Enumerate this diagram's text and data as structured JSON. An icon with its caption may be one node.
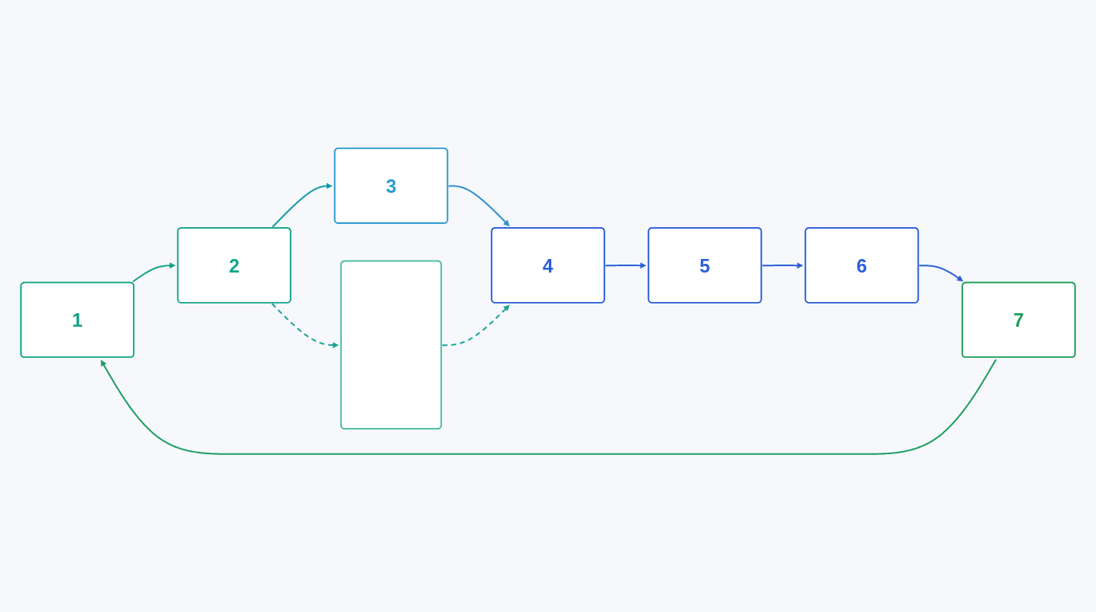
{
  "diagram": {
    "nodes": [
      {
        "text": [
          "1"
        ]
      },
      {
        "text": [
          "2"
        ]
      },
      {
        "text": [
          "3"
        ]
      },
      {
        "text": [
          "4"
        ]
      },
      {
        "text": [
          "5"
        ]
      },
      {
        "text": [
          "6"
        ]
      },
      {
        "text": [
          "7"
        ]
      },
      {
        "text": [],
        "shape": "box"
      }
    ],
    "edges": [
      {
        "from": 0,
        "to": 1,
        "arrow": "to",
        "color": "#18a383"
      },
      {
        "from": 1,
        "to": 2,
        "arrow": "to",
        "color": "#139ca6"
      },
      {
        "from": 2,
        "to": 3,
        "arrow": "to",
        "color": "#2f8fd0"
      },
      {
        "from": 3,
        "to": 4,
        "arrow": "to"
      },
      {
        "from": 4,
        "to": 5,
        "arrow": "to"
      },
      {
        "from": 5,
        "to": 6,
        "arrow": "to"
      },
      {
        "from": 6,
        "to": 0,
        "arrow": "to",
        "color": "#1f9d62"
      },
      {
        "from": 1,
        "to": 7,
        "arrow": "to",
        "style": "dashed",
        "color": "#1aa596"
      },
      {
        "from": 7,
        "to": 3,
        "arrow": "to",
        "style": "dashed",
        "color": "#1aa596"
      }
    ]
  }
}
